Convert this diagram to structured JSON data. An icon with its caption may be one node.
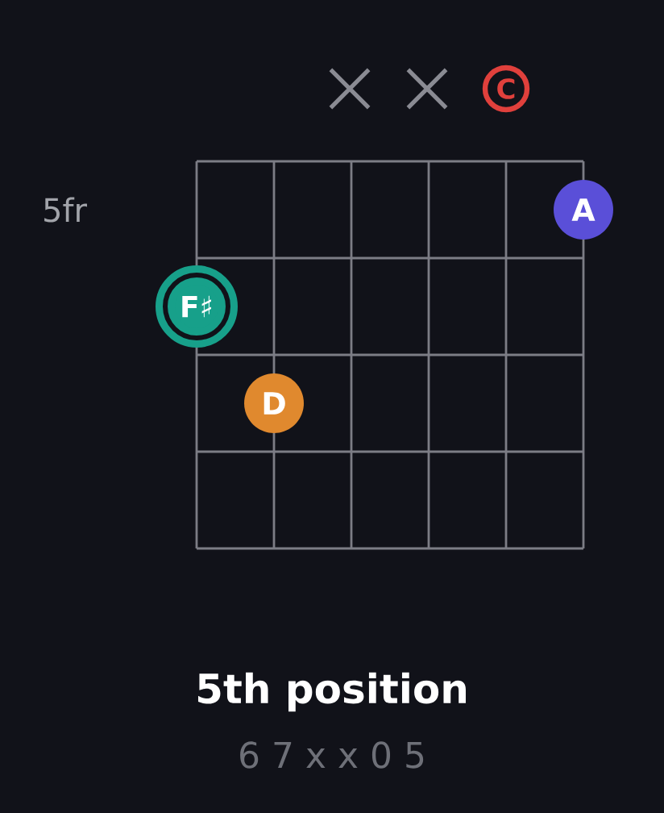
{
  "diagram": {
    "title": "5th position",
    "nodes": [
      {
        "text": [],
        "shape": "cross"
      },
      {
        "text": [],
        "shape": "cross"
      },
      {
        "text": [
          "C"
        ]
      },
      {
        "text": [
          "A"
        ]
      },
      {
        "text": [
          "F♯"
        ]
      },
      {
        "text": [
          "D"
        ]
      }
    ],
    "labels": [
      "5fr",
      "6 7 x x 0 5"
    ]
  }
}
